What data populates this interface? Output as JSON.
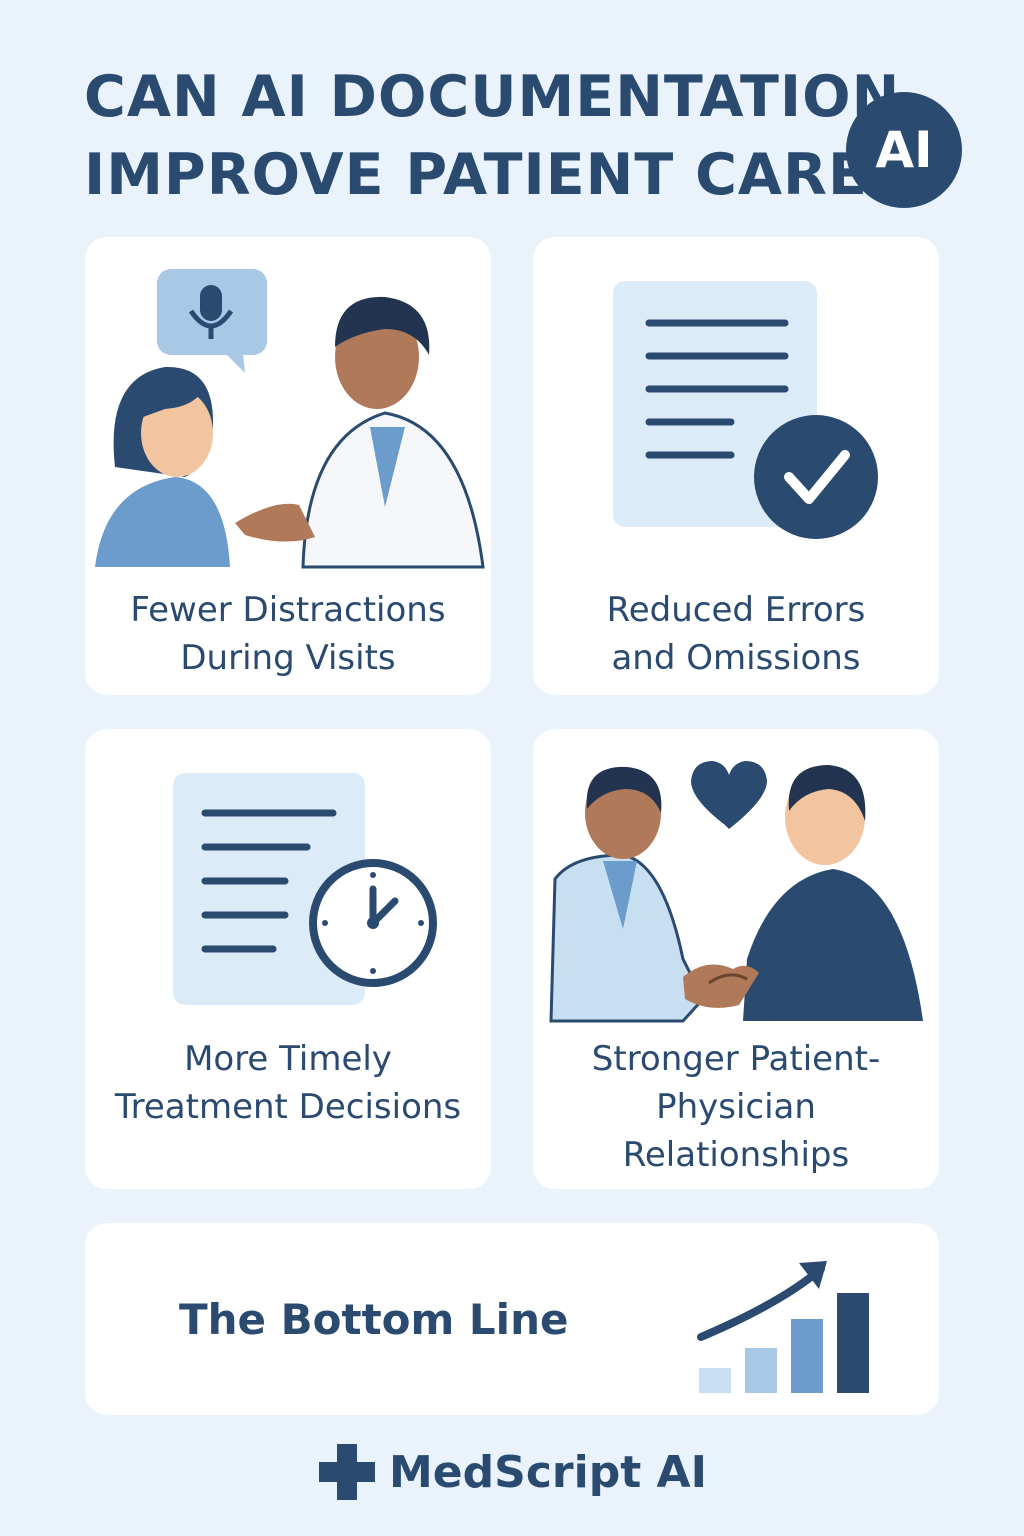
{
  "header": {
    "title_line1": "CAN AI DOCUMENTATION",
    "title_line2": "IMPROVE PATIENT CARE",
    "badge": "AI"
  },
  "cards": [
    {
      "line1": "Fewer Distractions",
      "line2": "During Visits",
      "icon": "doctor-patient-conversation-illustration"
    },
    {
      "line1": "Reduced Errors",
      "line2": "and Omissions",
      "icon": "document-checkmark-icon"
    },
    {
      "line1": "More Timely",
      "line2": "Treatment Decisions",
      "icon": "document-clock-icon"
    },
    {
      "line1": "Stronger Patient-",
      "line2": "Physician",
      "line3": "Relationships",
      "icon": "handshake-heart-illustration"
    }
  ],
  "bottom": {
    "label": "The Bottom Line",
    "icon": "growth-bar-chart-icon"
  },
  "footer": {
    "brand": "MedScript AI",
    "icon": "medical-cross-icon"
  },
  "colors": {
    "navy": "#2a4a70",
    "light_blue": "#dcebf8",
    "mid_blue": "#6b9ccc",
    "background": "#eaf3fb"
  }
}
